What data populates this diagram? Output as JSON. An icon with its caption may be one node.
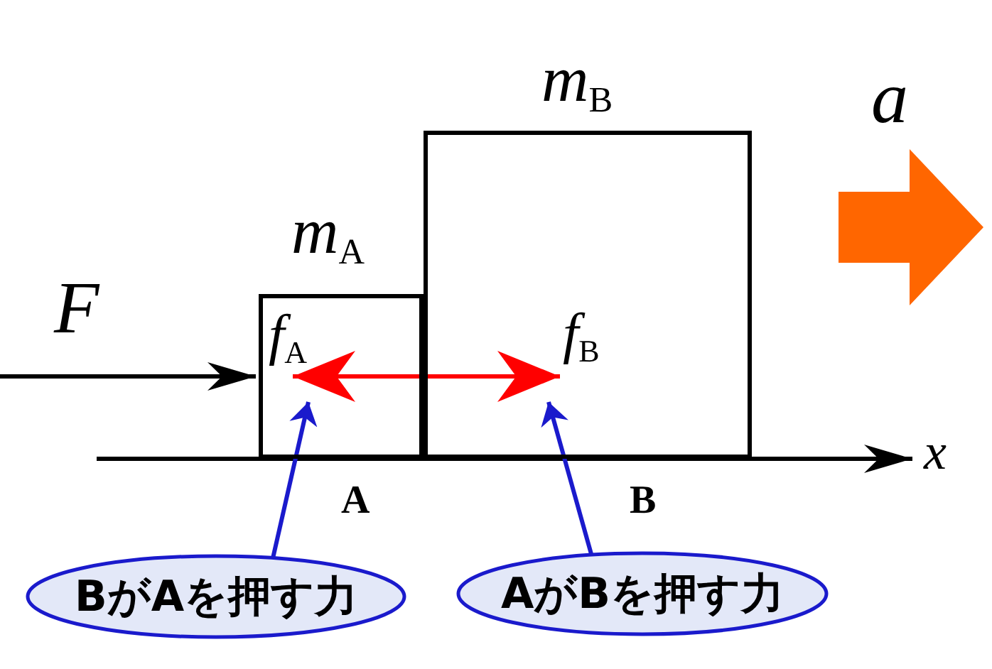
{
  "diagram": {
    "nodes": [
      {
        "text": [
          "*m*$_{A}$",
          "*f*$_{A}$"
        ],
        "beside": [
          "A"
        ]
      },
      {
        "text": [
          "*m*$_{B}$",
          "*f*$_{B}$"
        ],
        "beside": [
          "B"
        ]
      },
      {
        "text": [
          "BがAを押す力"
        ]
      },
      {
        "text": [
          "AがBを押す力"
        ]
      }
    ],
    "edges": [
      {
        "from": 2,
        "to": 0,
        "arrow": "to"
      },
      {
        "from": 3,
        "to": 1,
        "arrow": "to"
      },
      {
        "from": 0,
        "to": 1,
        "arrow": "both",
        "color": "#ff0000"
      }
    ],
    "labels": [
      "F",
      "a",
      "x"
    ]
  }
}
